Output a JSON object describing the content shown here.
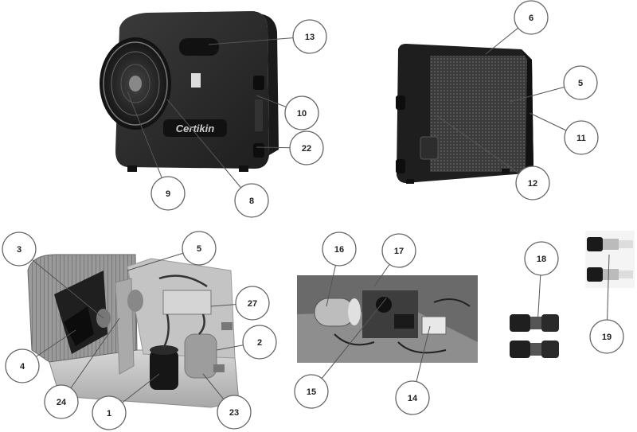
{
  "brand_logo_text": "Certikin",
  "callouts": [
    "1",
    "2",
    "3",
    "4",
    "5",
    "5",
    "6",
    "8",
    "9",
    "10",
    "11",
    "12",
    "13",
    "14",
    "15",
    "16",
    "17",
    "18",
    "19",
    "22",
    "23",
    "24",
    "27"
  ],
  "colors": {
    "unit_body": "#2b2b2b",
    "unit_dark": "#151515",
    "steel": "#b8b8b8",
    "bubble_stroke": "#666666"
  }
}
